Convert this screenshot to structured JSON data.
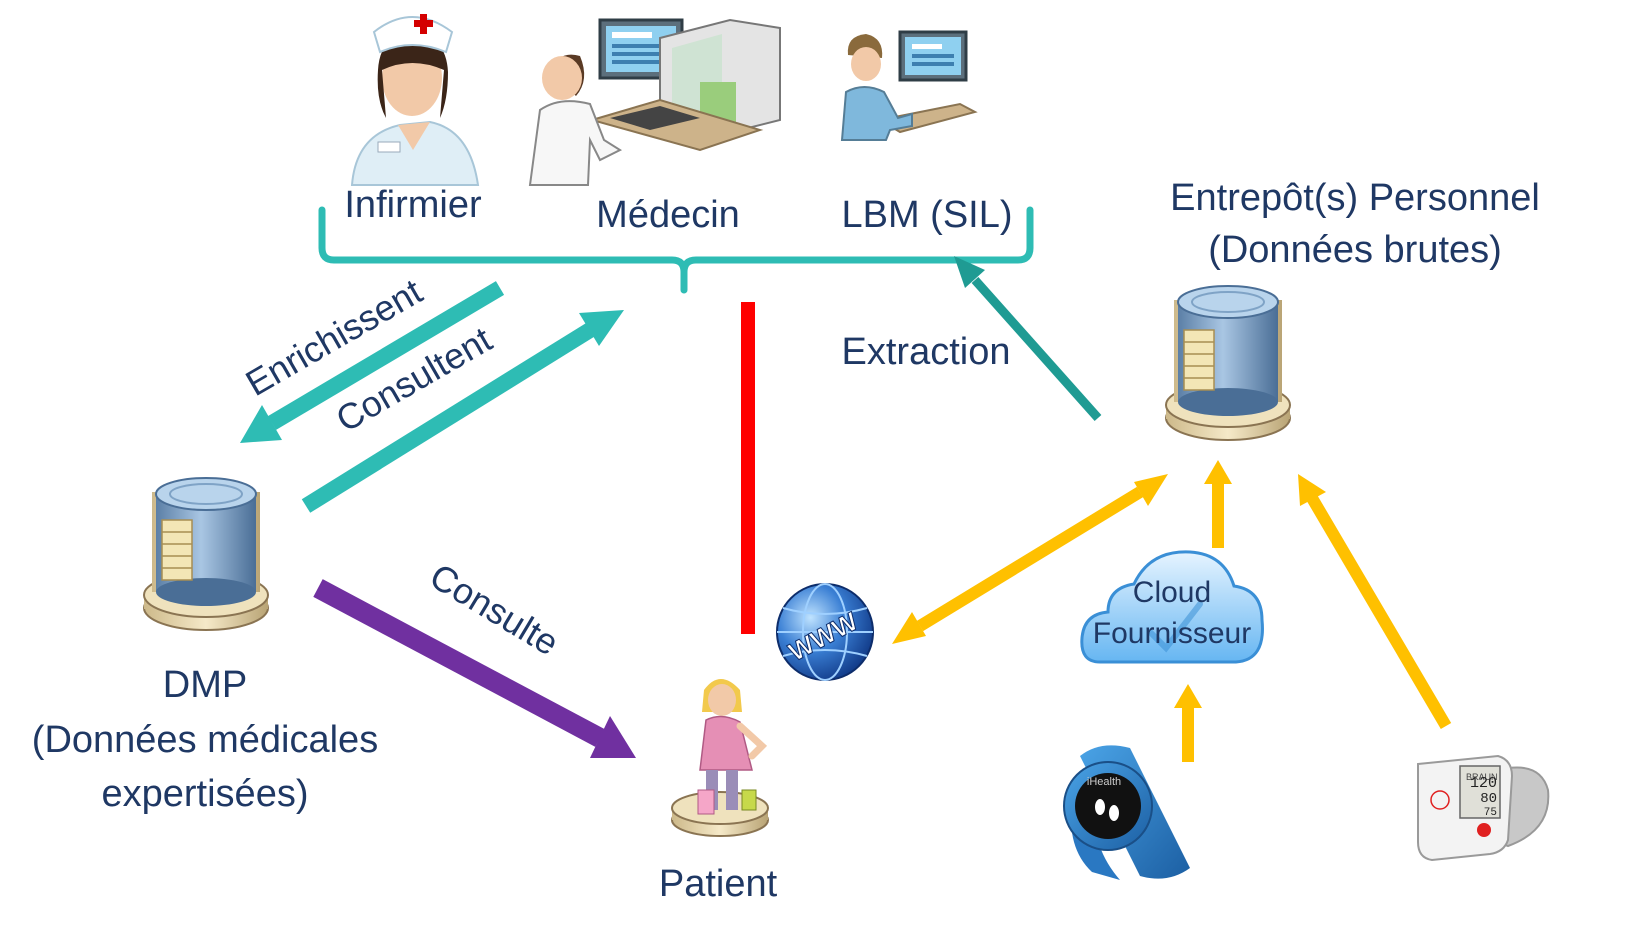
{
  "actors": {
    "nurse": "Infirmier",
    "doctor": "Médecin",
    "lab": "LBM (SIL)"
  },
  "personal_store": {
    "line1": "Entrepôt(s) Personnel",
    "line2": "(Données brutes)"
  },
  "dmp": {
    "line1": "DMP",
    "line2": "(Données médicales",
    "line3": "expertisées)"
  },
  "patient": "Patient",
  "cloud": {
    "line1": "Cloud",
    "line2": "Fournisseur"
  },
  "www_label": "WWW",
  "device_brand": "iHealth",
  "bp_monitor": {
    "brand": "BRAUN",
    "systolic": "120",
    "diastolic": "80",
    "pulse": "75"
  },
  "arrows": {
    "enrich": "Enrichissent",
    "consult_pro": "Consultent",
    "consult_patient": "Consulte",
    "extraction": "Extraction"
  },
  "colors": {
    "teal": "#2ebcb4",
    "dark_teal": "#1f9b93",
    "orange": "#ffc000",
    "purple": "#7030a0",
    "red": "#ff0000",
    "text": "#1f3864"
  }
}
